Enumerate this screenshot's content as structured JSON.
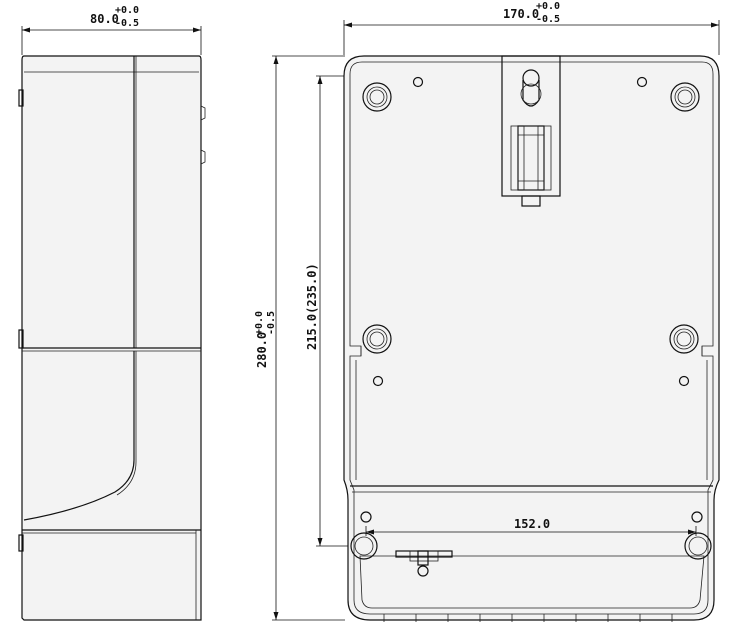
{
  "dimensions": {
    "side_width": {
      "value": "80.0",
      "tol_upper": "+0.0",
      "tol_lower": "-0.5"
    },
    "front_width": {
      "value": "170.0",
      "tol_upper": "+0.0",
      "tol_lower": "-0.5"
    },
    "height": {
      "value": "280.0",
      "tol_upper": "+0.0",
      "tol_lower": "-0.5"
    },
    "hole_spacing_vertical": {
      "value": "215.0(235.0)"
    },
    "hole_spacing_horizontal": {
      "value": "152.0"
    }
  }
}
